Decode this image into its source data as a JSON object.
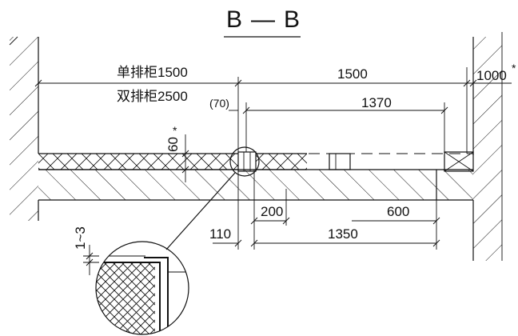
{
  "drawing": {
    "section_letter_left": "B",
    "section_dash": "—",
    "section_letter_right": "B",
    "cabinet_single": "单排柜1500",
    "cabinet_double": "双排柜2500",
    "dim_1500": "1500",
    "dim_1000": "1000",
    "dim_1000_mark": "*",
    "dim_70": "(70)",
    "dim_1370": "1370",
    "dim_60": "60",
    "dim_60_mark": "*",
    "dim_200": "200",
    "dim_600": "600",
    "dim_110": "110",
    "dim_1350": "1350",
    "dim_1_3": "1~3"
  }
}
